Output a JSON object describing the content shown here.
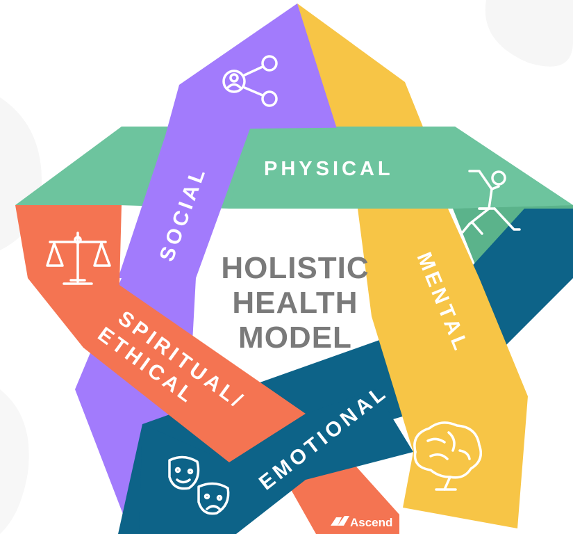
{
  "title": {
    "lines": [
      "HOLISTIC",
      "HEALTH",
      "MODEL"
    ]
  },
  "dimensions": [
    {
      "label": "SOCIAL",
      "color": "#A27BFC",
      "icon": "social-network-icon"
    },
    {
      "label": "PHYSICAL",
      "color": "#6DC49E",
      "icon": "yoga-pose-icon"
    },
    {
      "label": "MENTAL",
      "color": "#F7C546",
      "icon": "brain-icon"
    },
    {
      "label": "EMOTIONAL",
      "color": "#0D6388",
      "icon": "theater-masks-icon"
    },
    {
      "label": "SPIRITUAL/ ETHICAL",
      "lines": [
        "SPIRITUAL/",
        "ETHICAL"
      ],
      "color": "#F47452",
      "icon": "balance-scale-icon"
    }
  ],
  "brand": {
    "name": "Ascend",
    "icon": "ascend-logo-icon"
  }
}
